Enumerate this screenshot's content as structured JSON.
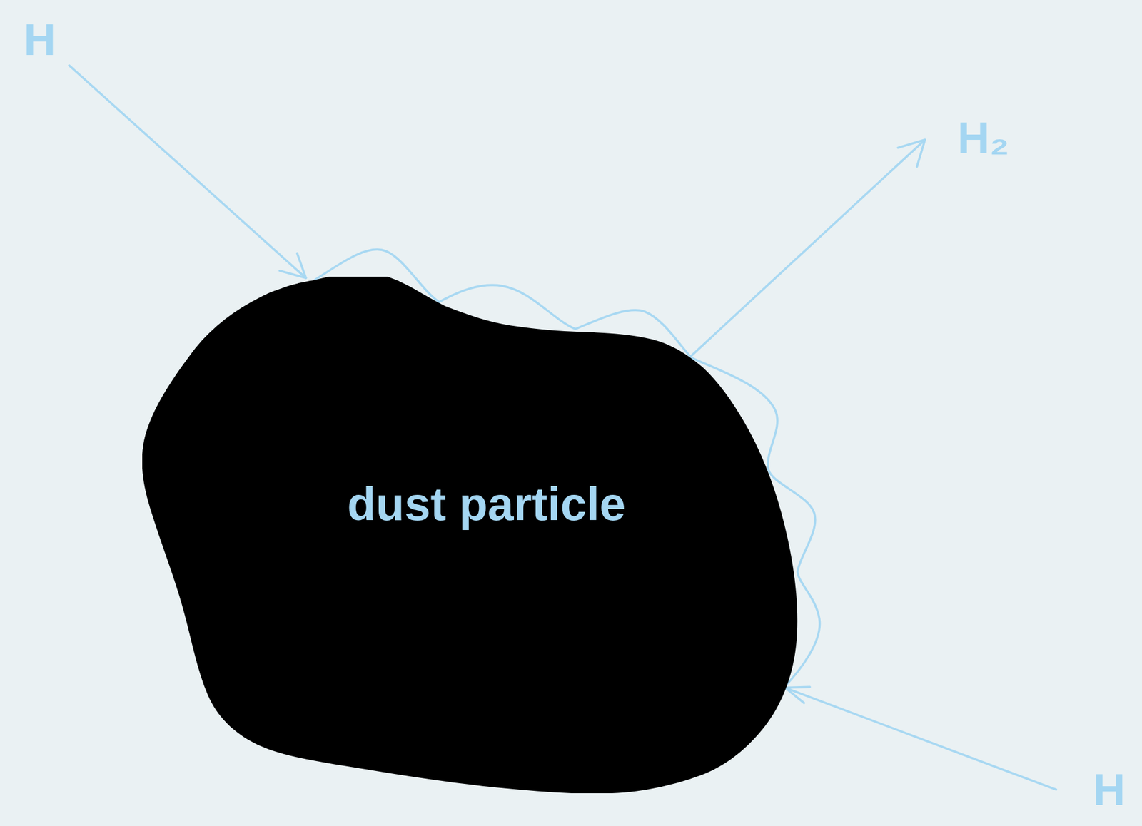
{
  "diagram": {
    "nodes": [
      {
        "text": [
          "dust particle"
        ]
      }
    ],
    "labels": [
      "H",
      "H₂",
      "H"
    ]
  }
}
